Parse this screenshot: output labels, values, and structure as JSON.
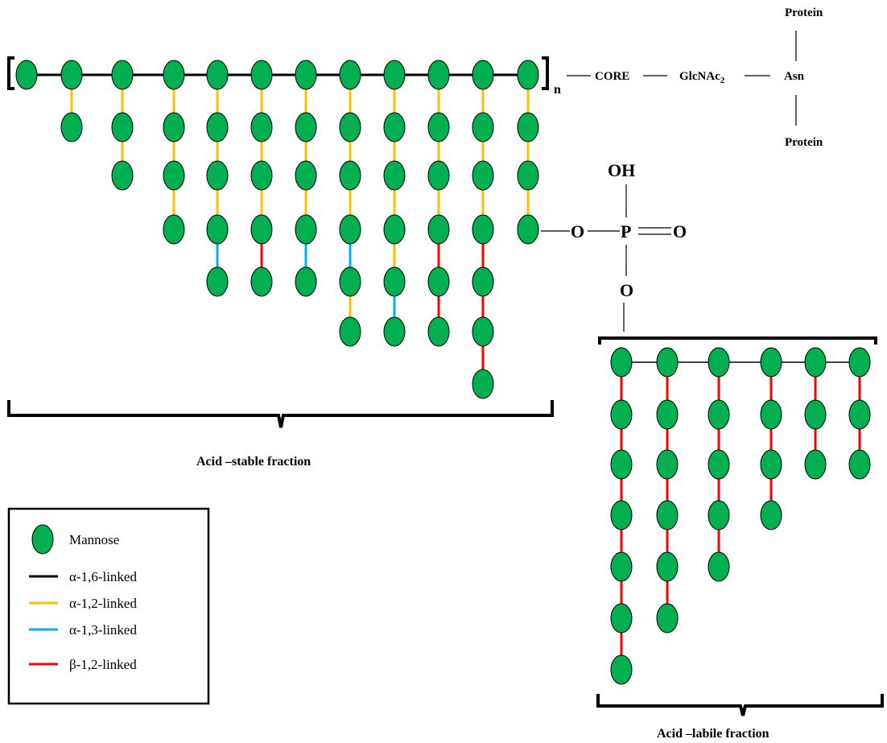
{
  "stable_chain": {
    "linkages": [
      [],
      [
        "a12"
      ],
      [
        "a12",
        "a12"
      ],
      [
        "a12",
        "a12",
        "a12"
      ],
      [
        "a12",
        "a12",
        "a12",
        "a13"
      ],
      [
        "a12",
        "a12",
        "a12",
        "b12"
      ],
      [
        "a12",
        "a12",
        "a12",
        "a13"
      ],
      [
        "a12",
        "a12",
        "a12",
        "a13",
        "a12"
      ],
      [
        "a12",
        "a12",
        "a12",
        "a12",
        "a13"
      ],
      [
        "a12",
        "a12",
        "a12",
        "b12",
        "b12"
      ],
      [
        "a12",
        "a12",
        "a12",
        "b12",
        "b12",
        "b12"
      ],
      [
        "a12",
        "a12",
        "a12"
      ]
    ]
  },
  "labile_chain": {
    "linkages": [
      [
        "b12",
        "b12",
        "b12",
        "b12",
        "b12",
        "b12"
      ],
      [
        "b12",
        "b12",
        "b12",
        "b12",
        "b12"
      ],
      [
        "b12",
        "b12",
        "b12",
        "b12"
      ],
      [
        "b12",
        "b12",
        "b12"
      ],
      [
        "b12",
        "b12"
      ],
      [
        "b12",
        "b12"
      ]
    ]
  },
  "labels": {
    "repeat_n": "n",
    "core": "CORE",
    "glcnac_base": "GlcNAc",
    "glcnac_sub": "2",
    "asn": "Asn",
    "protein_top": "Protein",
    "protein_bottom": "Protein",
    "oh": "OH",
    "o_left": "O",
    "p": "P",
    "o_right": "O",
    "o_bottom": "O",
    "stable_fraction": "Acid –stable fraction",
    "labile_fraction": "Acid –labile fraction"
  },
  "legend": {
    "items": [
      {
        "type": "mannose",
        "label": "Mannose"
      },
      {
        "type": "a16",
        "label": "α-1,6-linked"
      },
      {
        "type": "a12",
        "label": "α-1,2-linked"
      },
      {
        "type": "a13",
        "label": "α-1,3-linked"
      },
      {
        "type": "b12",
        "label": "β-1,2-linked"
      }
    ]
  },
  "colors": {
    "mannose_fill": "#00b050",
    "mannose_stroke": "#000000",
    "a16": "#000000",
    "a12": "#ffc000",
    "a13": "#00b0f0",
    "b12": "#ff0000"
  }
}
